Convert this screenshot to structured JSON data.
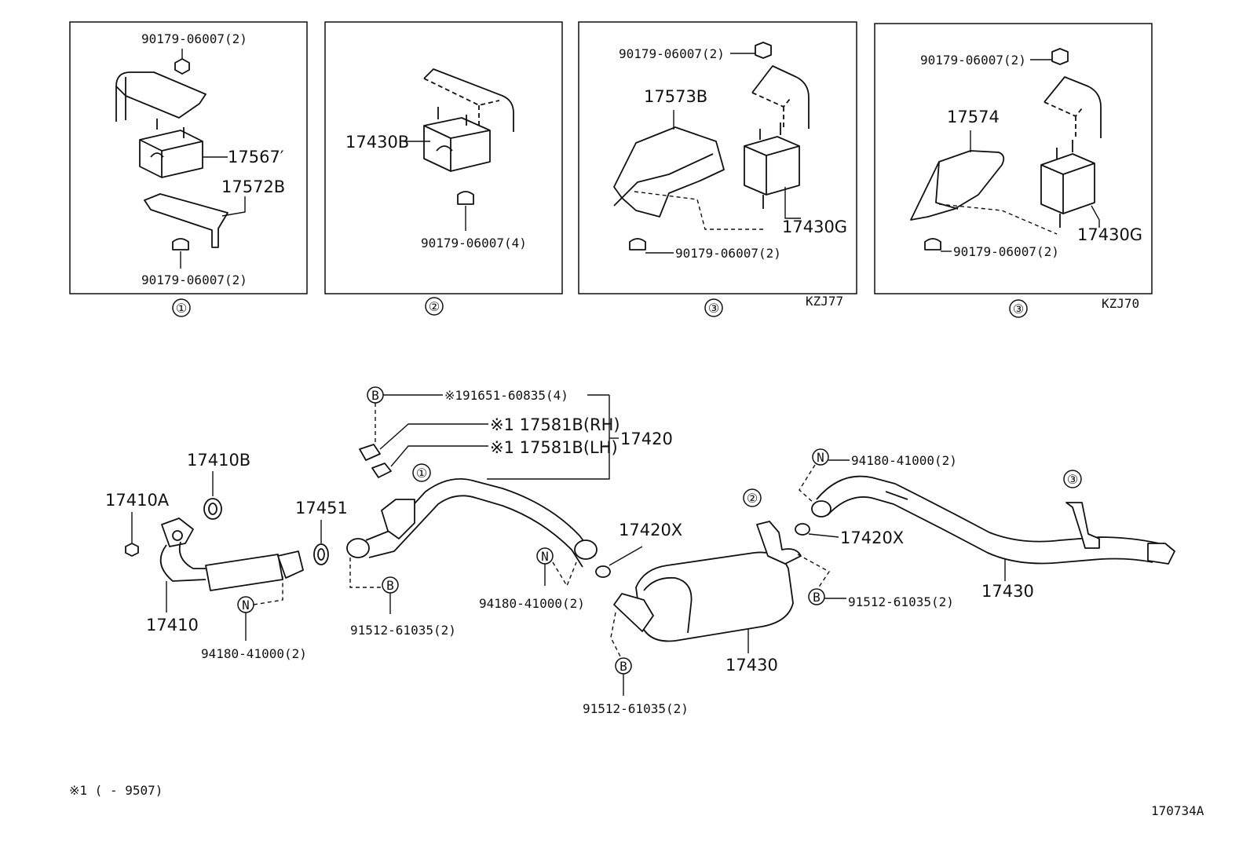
{
  "panels": [
    {
      "index_marker": "①",
      "variant": "",
      "labels": {
        "nut_top": "90179-06007(2)",
        "mount": "17567′",
        "bracket": "17572B",
        "nut_bottom": "90179-06007(2)"
      }
    },
    {
      "index_marker": "②",
      "variant": "",
      "labels": {
        "mount": "17430B",
        "nut_bottom": "90179-06007(4)"
      }
    },
    {
      "index_marker": "③",
      "variant": "KZJ77",
      "labels": {
        "nut_top": "90179-06007(2)",
        "bracket": "17573B",
        "mount": "17430G",
        "nut_bottom": "90179-06007(2)"
      }
    },
    {
      "index_marker": "③",
      "variant": "KZJ70",
      "labels": {
        "nut_top": "90179-06007(2)",
        "bracket": "17574",
        "mount": "17430G",
        "nut_bottom": "90179-06007(2)"
      }
    }
  ],
  "symbols": {
    "bolt": "B",
    "nut": "N",
    "ref_1": "①",
    "ref_2": "②",
    "ref_3": "③"
  },
  "main": {
    "bolt_kit": "※191651-60835(4)",
    "sensor_rh": "※1 17581B(RH)",
    "sensor_lh": "※1 17581B(LH)",
    "front_pipe_assy": "17420",
    "gasket_17410b": "17410B",
    "stud_17410a": "17410A",
    "gasket_17451": "17451",
    "exhaust_pipe": "17410",
    "nut_left": "94180-41000(2)",
    "bolt_front": "91512-61035(2)",
    "gasket_center": "17420X",
    "nut_center": "94180-41000(2)",
    "muffler": "17430",
    "bolt_muffler_left": "91512-61035(2)",
    "bolt_muffler_right": "91512-61035(2)",
    "gasket_right": "17420X",
    "nut_right": "94180-41000(2)",
    "tail_pipe": "17430"
  },
  "footnote": "※1 (      - 9507)",
  "diagram_code": "170734A"
}
